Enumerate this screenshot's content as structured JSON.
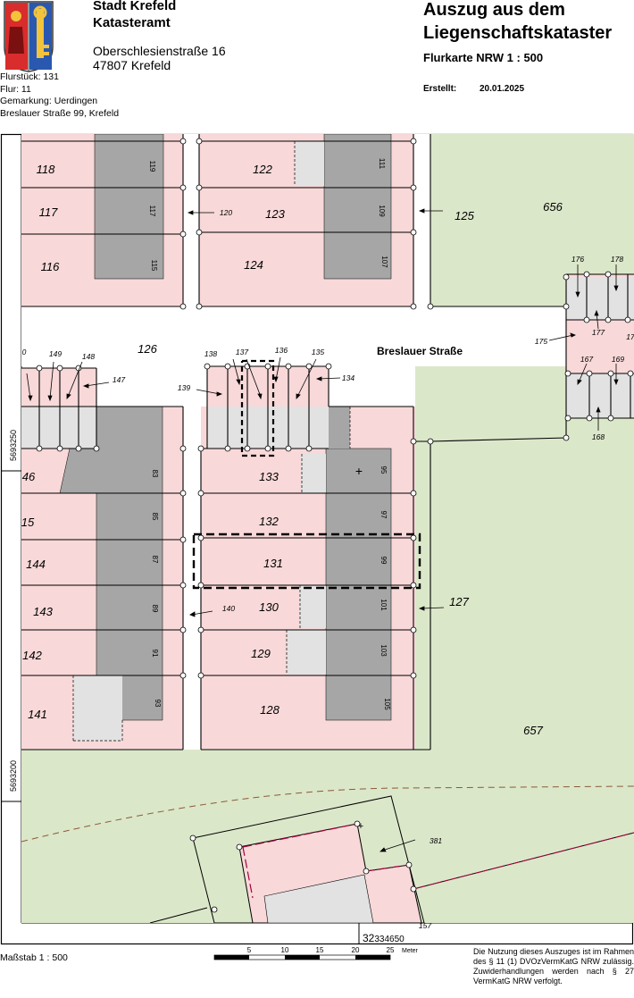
{
  "header": {
    "org_line1": "Stadt Krefeld",
    "org_line2": "Katasteramt",
    "street": "Oberschlesienstraße 16",
    "city": "47807 Krefeld",
    "flurstueck": "Flurstück: 131",
    "flur": "Flur: 11",
    "gemarkung": "Gemarkung: Uerdingen",
    "address": "Breslauer Straße 99, Krefeld",
    "title_line1": "Auszug aus dem",
    "title_line2": "Liegenschaftskataster",
    "subtitle": "Flurkarte NRW 1 : 500",
    "created_label": "Erstellt:",
    "created_date": "20.01.2025"
  },
  "colors": {
    "parcel_pink": "#f8d8d8",
    "building_gray": "#a6a6a6",
    "light_gray": "#e2e2e2",
    "green_area": "#dbe7c9",
    "road_white": "#ffffff"
  },
  "map": {
    "street_name": "Breslauer Straße",
    "coord_north_1": "5693250",
    "coord_north_2": "5693200",
    "coord_east_prefix": "32",
    "coord_east_value": "334650",
    "parcel_labels": [
      "118",
      "117",
      "116",
      "122",
      "123",
      "124",
      "125",
      "656",
      "126",
      "133",
      "132",
      "131",
      "130",
      "129",
      "128",
      "127",
      "657",
      "143",
      "142",
      "141",
      "144",
      "46",
      "15",
      "176",
      "178",
      "177",
      "175",
      "167",
      "169",
      "168",
      "381"
    ],
    "small_labels": [
      "120",
      "140",
      "149",
      "148",
      "147",
      "138",
      "137",
      "136",
      "135",
      "134",
      "139",
      "0",
      "17",
      "157"
    ],
    "house_numbers": [
      "119",
      "117",
      "115",
      "111",
      "109",
      "107",
      "83",
      "85",
      "87",
      "89",
      "91",
      "93",
      "95",
      "97",
      "99",
      "101",
      "103",
      "105"
    ]
  },
  "scale": {
    "label": "Maßstab 1 : 500",
    "ticks": [
      "5",
      "10",
      "15",
      "20",
      "25"
    ],
    "unit": "Meter"
  },
  "notice": "Die Nutzung dieses Auszuges ist im Rahmen des § 11 (1) DVOzVermKatG NRW zulässig. Zuwiderhandlungen werden nach § 27 VermKatG NRW verfolgt."
}
